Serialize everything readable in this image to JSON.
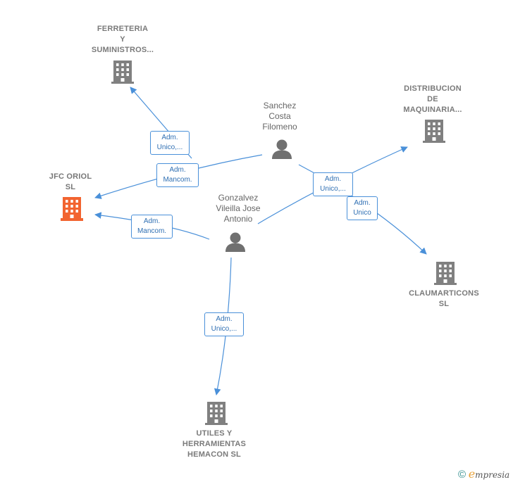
{
  "companies": {
    "ferreteria": "FERRETERIA\nY\nSUMINISTROS...",
    "distribucion": "DISTRIBUCION\nDE\nMAQUINARIA...",
    "jfc": "JFC ORIOL\nSL",
    "claumarticons": "CLAUMARTICONS\nSL",
    "utiles": "UTILES Y\nHERRAMIENTAS\nHEMACON  SL"
  },
  "persons": {
    "sanchez": "Sanchez\nCosta\nFilomeno",
    "gonzalvez": "Gonzalvez\nVileilla Jose\nAntonio"
  },
  "edge_labels": {
    "ferreteria": "Adm.\nUnico,...",
    "jfc_sanchez": "Adm.\nMancom.",
    "jfc_gonzalvez": "Adm.\nMancom.",
    "distribucion": "Adm.\nUnico,...",
    "claumarticons": "Adm.\nUnico",
    "utiles": "Adm.\nUnico,..."
  },
  "colors": {
    "edge": "#4a90d9",
    "company_icon": "#808080",
    "main_company_icon": "#f26430",
    "person_icon": "#707070"
  },
  "icons": {
    "company": "building-icon",
    "person": "person-icon"
  },
  "brand": {
    "copyright": "©",
    "e": "e",
    "rest": "mpresia"
  }
}
